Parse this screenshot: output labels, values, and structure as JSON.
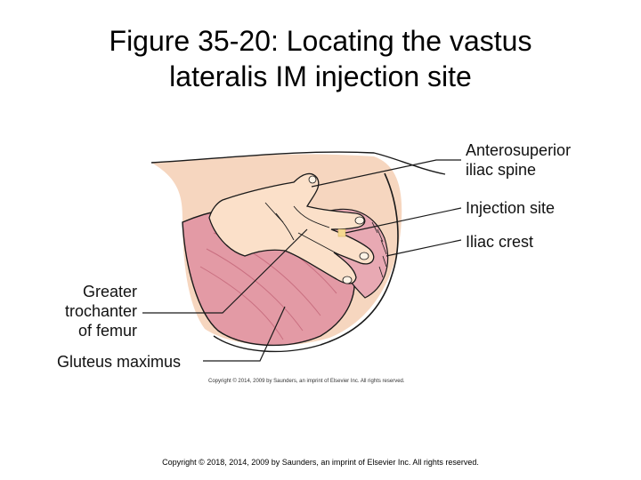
{
  "title": {
    "line1": "Figure 35-20: Locating the vastus",
    "line2": "lateralis IM injection site"
  },
  "labels": {
    "anterosuperior_line1": "Anterosuperior",
    "anterosuperior_line2": "iliac spine",
    "injection_site": "Injection site",
    "iliac_crest": "Iliac crest",
    "greater_line1": "Greater",
    "greater_line2": "trochanter",
    "greater_line3": "of femur",
    "gluteus_maximus": "Gluteus maximus"
  },
  "figure_copyright": "Copyright © 2014, 2009 by Saunders, an imprint of Elsevier Inc. All rights reserved.",
  "slide_copyright": "Copyright © 2018, 2014, 2009 by Saunders, an imprint of Elsevier Inc. All rights reserved.",
  "colors": {
    "skin": "#f6d6bf",
    "hand": "#fbe0c9",
    "muscle": "#e39aa5",
    "muscle_dark": "#c96f80",
    "nail": "#fff3e6",
    "injection_marker": "#f5d890",
    "outline": "#1a1a1a"
  }
}
